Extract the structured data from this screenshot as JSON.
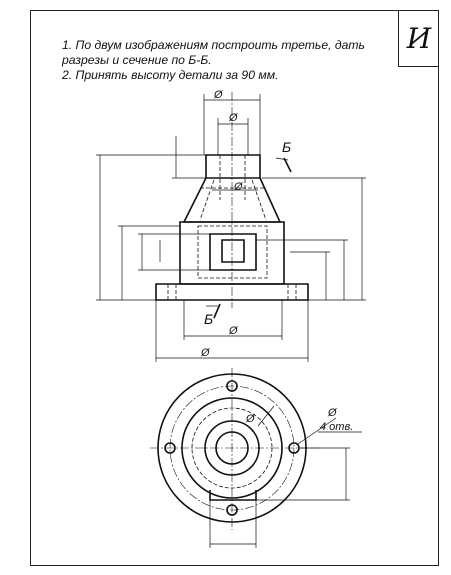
{
  "sheet": {
    "variant_letter": "И",
    "task_lines": [
      "1. По двум изображениям построить третье, дать",
      "разрезы и сечение по Б-Б.",
      "2. Принять высоту детали за 90 мм."
    ]
  },
  "drawing": {
    "diameter_symbol": "Ø",
    "section_mark": "Б",
    "holes_note": "4 отв."
  }
}
